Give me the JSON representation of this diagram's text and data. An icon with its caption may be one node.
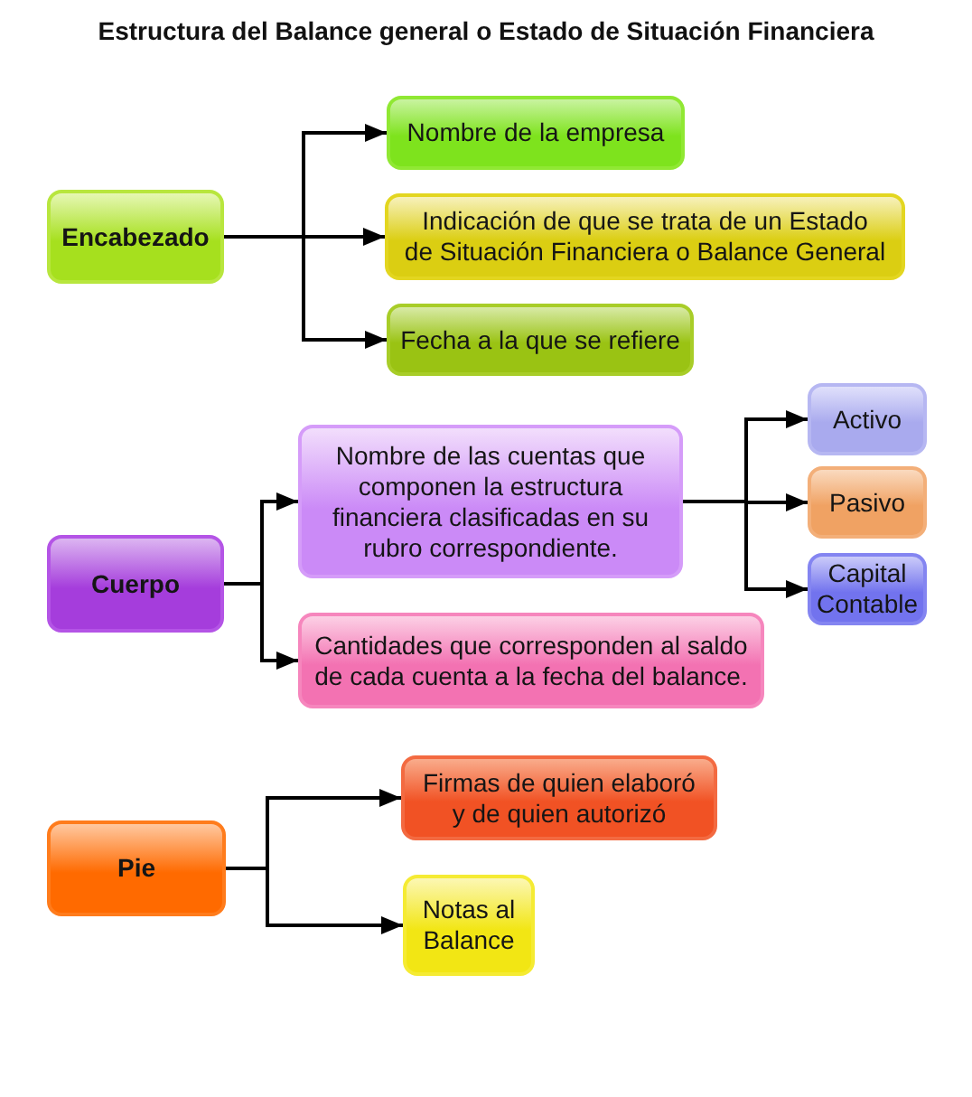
{
  "diagram": {
    "title": "Estructura del Balance general o Estado de Situación Financiera",
    "nodes": [
      {
        "text": [
          "Encabezado"
        ]
      },
      {
        "text": [
          "Nombre de la empresa"
        ]
      },
      {
        "text": [
          "Indicación de que se trata de un Estado de Situación Financiera o Balance General"
        ]
      },
      {
        "text": [
          "Fecha a la que se refiere"
        ]
      },
      {
        "text": [
          "Cuerpo"
        ]
      },
      {
        "text": [
          "Nombre de las cuentas que componen la estructura financiera clasificadas en su rubro correspondiente."
        ]
      },
      {
        "text": [
          "Activo"
        ]
      },
      {
        "text": [
          "Pasivo"
        ]
      },
      {
        "text": [
          "Capital Contable"
        ]
      },
      {
        "text": [
          "Cantidades que corresponden al saldo de cada cuenta a la fecha del balance."
        ]
      },
      {
        "text": [
          "Pie"
        ]
      },
      {
        "text": [
          "Firmas de quien elaboró y de quien autorizó"
        ]
      },
      {
        "text": [
          "Notas al Balance"
        ]
      }
    ],
    "edges": [
      {
        "from": 0,
        "to": 1,
        "arrow": "to"
      },
      {
        "from": 0,
        "to": 2,
        "arrow": "to"
      },
      {
        "from": 0,
        "to": 3,
        "arrow": "to"
      },
      {
        "from": 4,
        "to": 5,
        "arrow": "to"
      },
      {
        "from": 4,
        "to": 9,
        "arrow": "to"
      },
      {
        "from": 5,
        "to": 6,
        "arrow": "to"
      },
      {
        "from": 5,
        "to": 7,
        "arrow": "to"
      },
      {
        "from": 5,
        "to": 8,
        "arrow": "to"
      },
      {
        "from": 10,
        "to": 11,
        "arrow": "to"
      },
      {
        "from": 10,
        "to": 12,
        "arrow": "to"
      }
    ]
  }
}
